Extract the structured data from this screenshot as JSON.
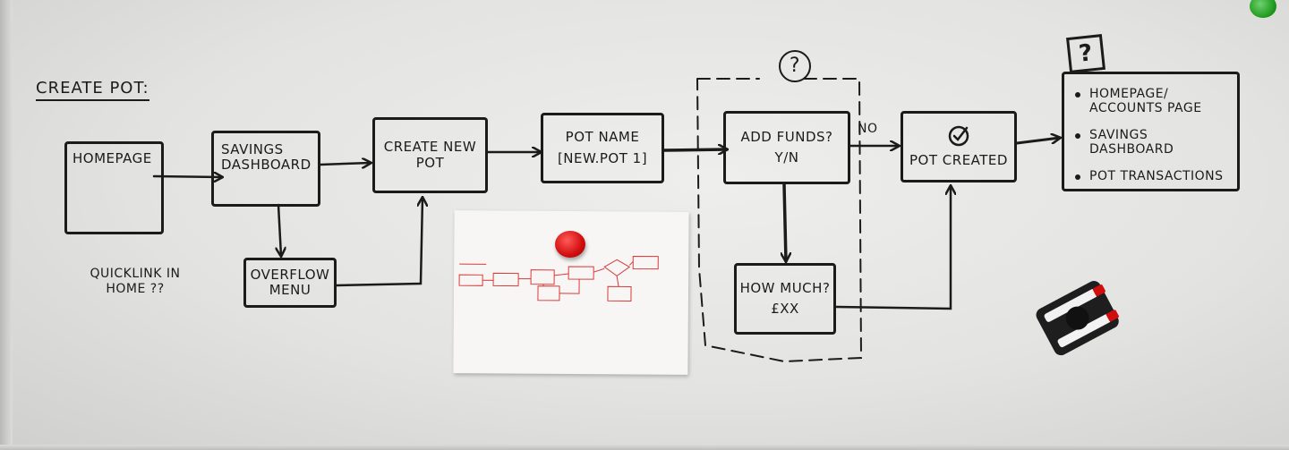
{
  "title": "CREATE POT:",
  "nodes": {
    "homepage": "HOMEPAGE",
    "savings_dashboard": "SAVINGS DASHBOARD",
    "create_new_pot": "CREATE NEW POT",
    "pot_name": "POT NAME",
    "pot_name_sub": "[NEW.POT 1]",
    "add_funds": "ADD FUNDS?",
    "add_funds_sub": "Y/N",
    "pot_created": "POT CREATED",
    "overflow_menu": "OVERFLOW MENU",
    "how_much": "HOW MUCH?",
    "how_much_sub": "£XX"
  },
  "edge_labels": {
    "no": "NO"
  },
  "question_mark": "?",
  "notes": {
    "quicklink": "QUICKLINK IN HOME ??"
  },
  "destinations": [
    "HOMEPAGE/ ACCOUNTS PAGE",
    "SAVINGS DASHBOARD",
    "POT TRANSACTIONS"
  ],
  "colors": {
    "ink": "#1b1b1b",
    "board": "#e8e8e6",
    "red_ink": "#d83a3a",
    "magnet_red": "#d10e0e",
    "magnet_green": "#1e9a1e"
  },
  "icons": {
    "check": "check-circle-icon",
    "question_circle": "question-circle-icon",
    "question_square": "question-square-icon"
  }
}
